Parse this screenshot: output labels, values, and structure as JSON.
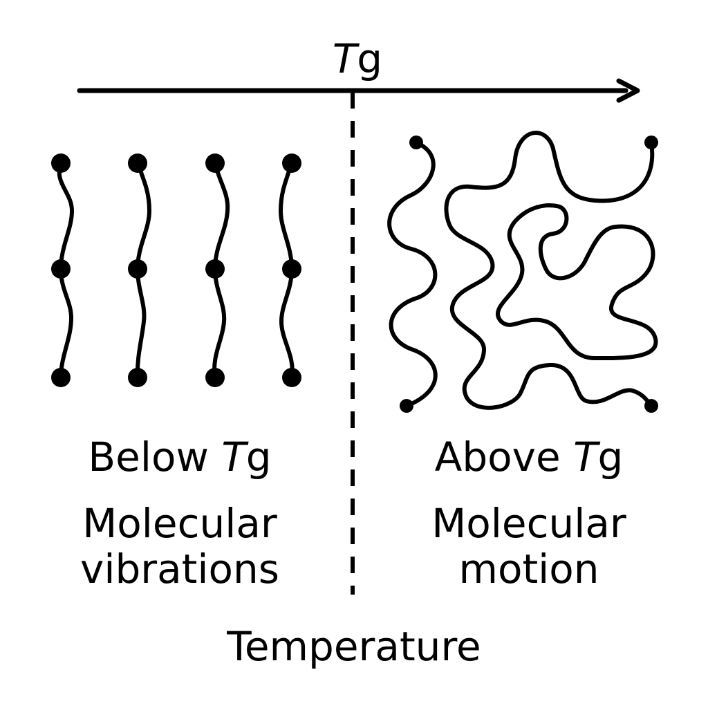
{
  "top_marker": {
    "symbol": "T",
    "subscript": "g"
  },
  "axis": {
    "label": "Temperature"
  },
  "left_region": {
    "state_prefix": "Below ",
    "symbol": "T",
    "subscript": "g",
    "description_line1": "Molecular",
    "description_line2": "vibrations"
  },
  "right_region": {
    "state_prefix": "Above ",
    "symbol": "T",
    "subscript": "g",
    "description_line1": "Molecular",
    "description_line2": "motion"
  },
  "colors": {
    "ink": "#000000",
    "background": "#ffffff"
  }
}
